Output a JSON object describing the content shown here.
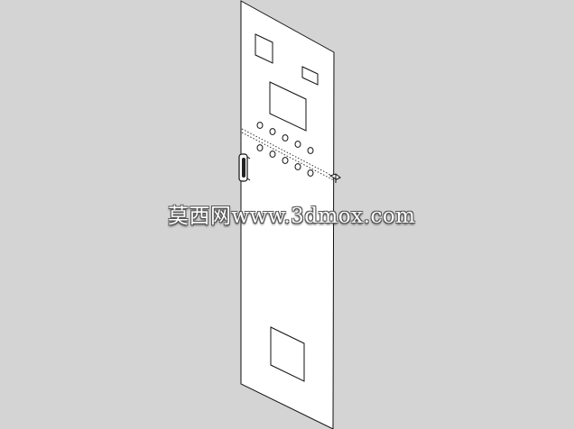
{
  "watermark": {
    "text": "莫西网www.3dmox.com"
  },
  "colors": {
    "background": "#d4d4d4",
    "panel_fill": "#ffffff",
    "line": "#111111"
  },
  "panel": {
    "cutouts": [
      "small-window",
      "slot-window",
      "display-window",
      "bottom-window"
    ],
    "indicator_rows": 2,
    "indicators_per_row": 5,
    "handle": "door-handle",
    "latch": "side-latch"
  }
}
